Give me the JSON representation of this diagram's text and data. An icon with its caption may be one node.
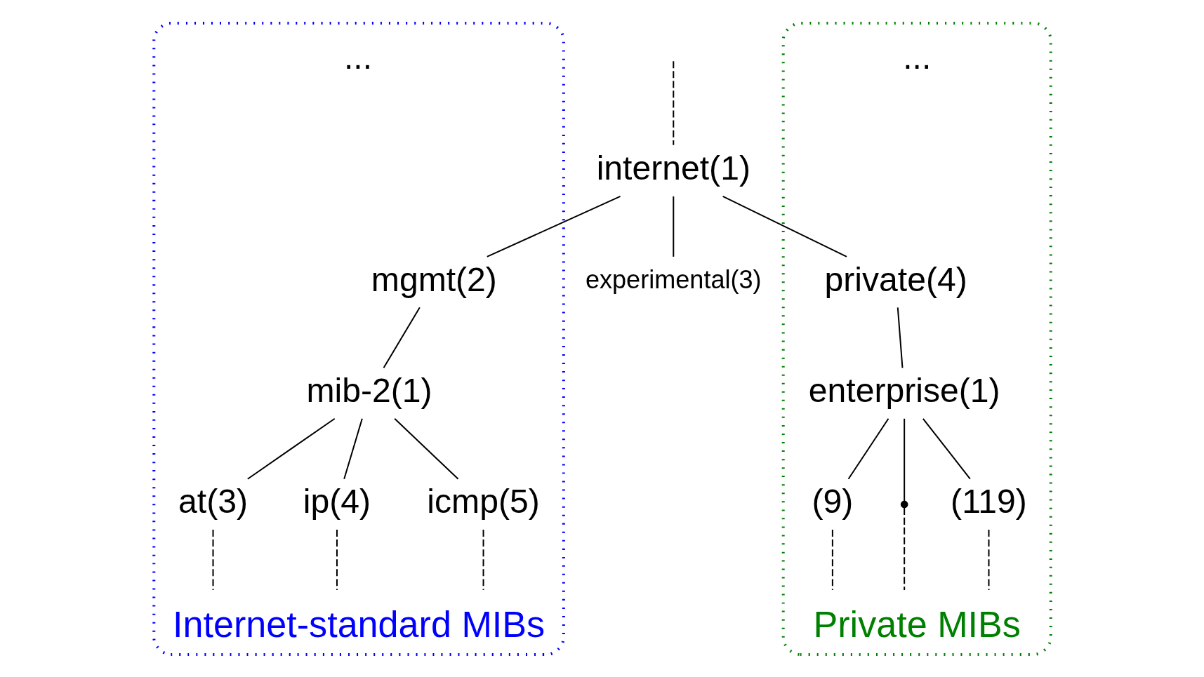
{
  "diagram": {
    "nodes": [
      {
        "text": [
          "internet(1)"
        ]
      },
      {
        "text": [
          "Internet-standard MIBs"
        ]
      },
      {
        "text": [
          "mgmt(2)"
        ],
        "in": 1
      },
      {
        "text": [
          "mib-2(1)"
        ],
        "in": 1
      },
      {
        "text": [
          "at(3)"
        ],
        "in": 1
      },
      {
        "text": [
          "ip(4)"
        ],
        "in": 1
      },
      {
        "text": [
          "icmp(5)"
        ],
        "in": 1
      },
      {
        "text": [
          "experimental(3)"
        ]
      },
      {
        "text": [
          "Private MIBs"
        ]
      },
      {
        "text": [
          "private(4)"
        ],
        "in": 8
      },
      {
        "text": [
          "enterprise(1)"
        ],
        "in": 8
      },
      {
        "text": [
          "(9)"
        ],
        "in": 8
      },
      {
        "text": [],
        "shape": "point",
        "in": 8
      },
      {
        "text": [
          "(119)"
        ],
        "in": 8
      }
    ],
    "edges": [
      {
        "from": null,
        "to": 0,
        "arrow": "none",
        "style": "dashed"
      },
      {
        "from": 0,
        "to": 2,
        "arrow": "none"
      },
      {
        "from": 0,
        "to": 7,
        "arrow": "none"
      },
      {
        "from": 0,
        "to": 9,
        "arrow": "none"
      },
      {
        "from": 2,
        "to": 3,
        "arrow": "none"
      },
      {
        "from": 3,
        "to": 4,
        "arrow": "none"
      },
      {
        "from": 3,
        "to": 5,
        "arrow": "none"
      },
      {
        "from": 3,
        "to": 6,
        "arrow": "none"
      },
      {
        "from": 4,
        "to": null,
        "arrow": "none",
        "style": "dashed"
      },
      {
        "from": 5,
        "to": null,
        "arrow": "none",
        "style": "dashed"
      },
      {
        "from": 6,
        "to": null,
        "arrow": "none",
        "style": "dashed"
      },
      {
        "from": 9,
        "to": 10,
        "arrow": "none"
      },
      {
        "from": 10,
        "to": 11,
        "arrow": "none"
      },
      {
        "from": 10,
        "to": 12,
        "arrow": "none"
      },
      {
        "from": 10,
        "to": 13,
        "arrow": "none"
      },
      {
        "from": 11,
        "to": null,
        "arrow": "none",
        "style": "dashed"
      },
      {
        "from": 12,
        "to": null,
        "arrow": "none",
        "style": "dashed"
      },
      {
        "from": 13,
        "to": null,
        "arrow": "none",
        "style": "dashed"
      }
    ],
    "labels": [
      "...",
      "..."
    ]
  }
}
